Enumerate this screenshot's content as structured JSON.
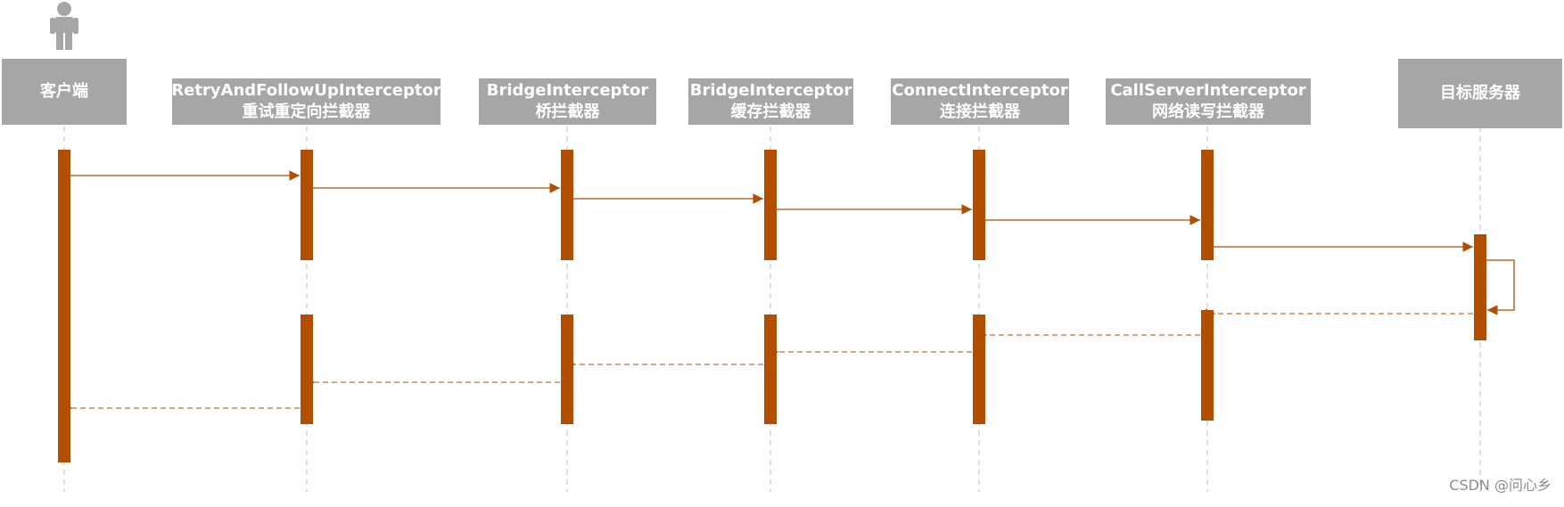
{
  "participants": [
    {
      "id": "client",
      "lines": [
        "客户端"
      ]
    },
    {
      "id": "retry",
      "lines": [
        "RetryAndFollowUpInterceptor",
        "重试重定向拦截器"
      ]
    },
    {
      "id": "bridge",
      "lines": [
        "BridgeInterceptor",
        "桥拦截器"
      ]
    },
    {
      "id": "cache",
      "lines": [
        "BridgeInterceptor",
        "缓存拦截器"
      ]
    },
    {
      "id": "connect",
      "lines": [
        "ConnectInterceptor",
        "连接拦截器"
      ]
    },
    {
      "id": "callserver",
      "lines": [
        "CallServerInterceptor",
        "网络读写拦截器"
      ]
    },
    {
      "id": "server",
      "lines": [
        "目标服务器"
      ]
    }
  ],
  "colors": {
    "activation": "#b14e00",
    "arrow": "#b14e00",
    "participant_bg": "#a6a6a6",
    "participant_text": "#ffffff",
    "lifeline": "#bfbfbf"
  },
  "icons": {
    "actor": "person-icon"
  },
  "watermark": "CSDN @问心乡"
}
